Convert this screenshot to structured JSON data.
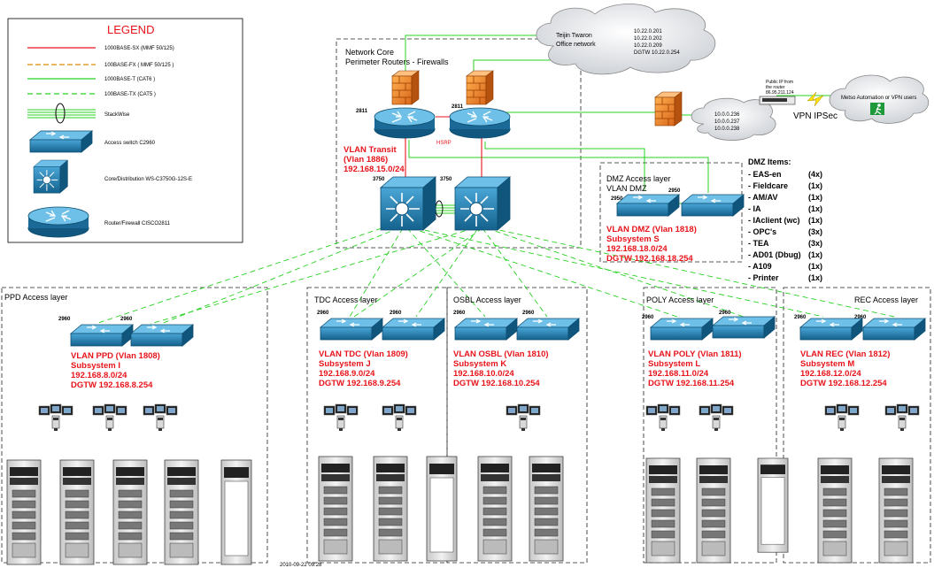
{
  "legend": {
    "title": "LEGEND",
    "items": [
      {
        "icon": "red-line",
        "label": "1000BASE-SX (MMF 50/125)"
      },
      {
        "icon": "orange-dashed-line",
        "label": "100BASE-FX ( MMF 50/125 )"
      },
      {
        "icon": "green-line",
        "label": "1000BASE-T (CAT6 )"
      },
      {
        "icon": "green-dashed-line",
        "label": "100BASE-TX (CAT5 )"
      },
      {
        "icon": "stackwise-icon",
        "label": "StackWise"
      },
      {
        "icon": "access-switch-icon",
        "label": "Access switch C2960"
      },
      {
        "icon": "core-switch-icon",
        "label": "Core/Distribution WS-C3750G-12S-E"
      },
      {
        "icon": "router-icon",
        "label": "Router/Firewall CISCO2811"
      }
    ]
  },
  "colors": {
    "red": "#e8141b",
    "green": "#27d121",
    "orange": "#e08a00",
    "switch": "#1c6a95"
  },
  "core": {
    "title": "Network Core",
    "subtitle": "Perimeter Routers - Firewalls",
    "router_left": "2811",
    "router_right": "2811",
    "hsrp": "HSRP",
    "switch_left": "3750",
    "switch_right": "3750",
    "vlan": [
      "VLAN Transit",
      "(Vlan 1886)",
      "192.168.15.0/24"
    ]
  },
  "cloud_teijin": {
    "name": [
      "Teijin Twaron",
      "Office  network"
    ],
    "ips": [
      "10.22.0.201",
      "10.22.0.202",
      "10.22.0.209",
      "DGTW 10.22.0.254"
    ]
  },
  "cloud_middle": {
    "ips": [
      "10.0.0.236",
      "10.0.0.237",
      "10.0.0.238"
    ]
  },
  "vpn": {
    "router_text": [
      "Public IP from",
      "the router",
      "86.95.211.124"
    ],
    "label": "VPN IPSec",
    "cloud": "Metso Automation or VPN users"
  },
  "dmz": {
    "title": "DMZ Access layer",
    "subtitle": "VLAN DMZ",
    "switch_left": "2950",
    "switch_right": "2950",
    "vlan": [
      "VLAN DMZ (Vlan 1818)",
      "Subsystem S",
      "192.168.18.0/24",
      "DGTW 192.168.18.254"
    ],
    "items_title": "DMZ Items:",
    "items": [
      {
        "name": "- EAS-en",
        "qty": "(4x)"
      },
      {
        "name": "- Fieldcare",
        "qty": "(1x)"
      },
      {
        "name": "- AM/AV",
        "qty": "(1x)"
      },
      {
        "name": "- IA",
        "qty": "(1x)"
      },
      {
        "name": "- IAclient (wc)",
        "qty": "(1x)"
      },
      {
        "name": "- OPC's",
        "qty": "(3x)"
      },
      {
        "name": "- TEA",
        "qty": "(3x)"
      },
      {
        "name": "- AD01 (Dbug)",
        "qty": "(1x)"
      },
      {
        "name": "- A109",
        "qty": "(1x)"
      },
      {
        "name": "- Printer",
        "qty": "(1x)"
      }
    ]
  },
  "access": [
    {
      "title": "PPD Access layer",
      "sw": [
        "2960",
        "2960"
      ],
      "vlan": [
        "VLAN PPD (Vlan 1808)",
        "Subsystem I",
        "192.168.8.0/24",
        "DGTW 192.168.8.254"
      ]
    },
    {
      "title": "TDC Access layer",
      "sw": [
        "2960",
        "2960"
      ],
      "vlan": [
        "VLAN TDC (Vlan 1809)",
        "Subsystem J",
        "192.168.9.0/24",
        "DGTW 192.168.9.254"
      ]
    },
    {
      "title": "OSBL Access layer",
      "sw": [
        "2960",
        "2960"
      ],
      "vlan": [
        "VLAN OSBL (Vlan 1810)",
        "Subsystem K",
        "192.168.10.0/24",
        "DGTW 192.168.10.254"
      ]
    },
    {
      "title": "POLY Access layer",
      "sw": [
        "2960",
        "2960"
      ],
      "vlan": [
        "VLAN POLY (Vlan 1811)",
        "Subsystem L",
        "192.168.11.0/24",
        "DGTW 192.168.11.254"
      ]
    },
    {
      "title": "REC Access layer",
      "sw": [
        "2960",
        "2960"
      ],
      "vlan": [
        "VLAN REC (Vlan 1812)",
        "Subsystem M",
        "192.168.12.0/24",
        "DGTW 192.168.12.254"
      ]
    }
  ],
  "footer": {
    "timestamp": "2010-09-22 09:28"
  }
}
